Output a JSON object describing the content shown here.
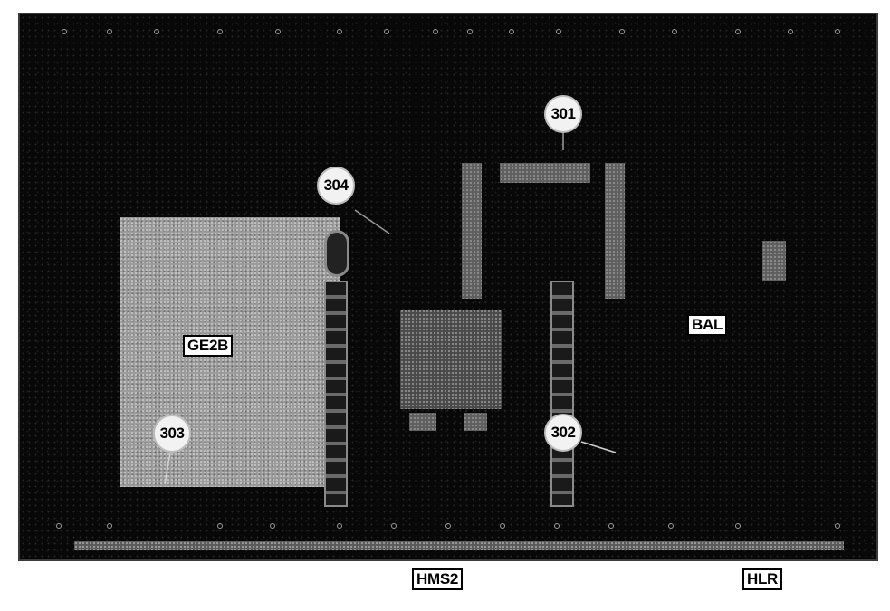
{
  "callouts": {
    "c301": "301",
    "c302": "302",
    "c303": "303",
    "c304": "304"
  },
  "labels": {
    "ge2b": "GE2B",
    "bal": "BAL",
    "hms2": "HMS2",
    "hlr": "HLR"
  }
}
